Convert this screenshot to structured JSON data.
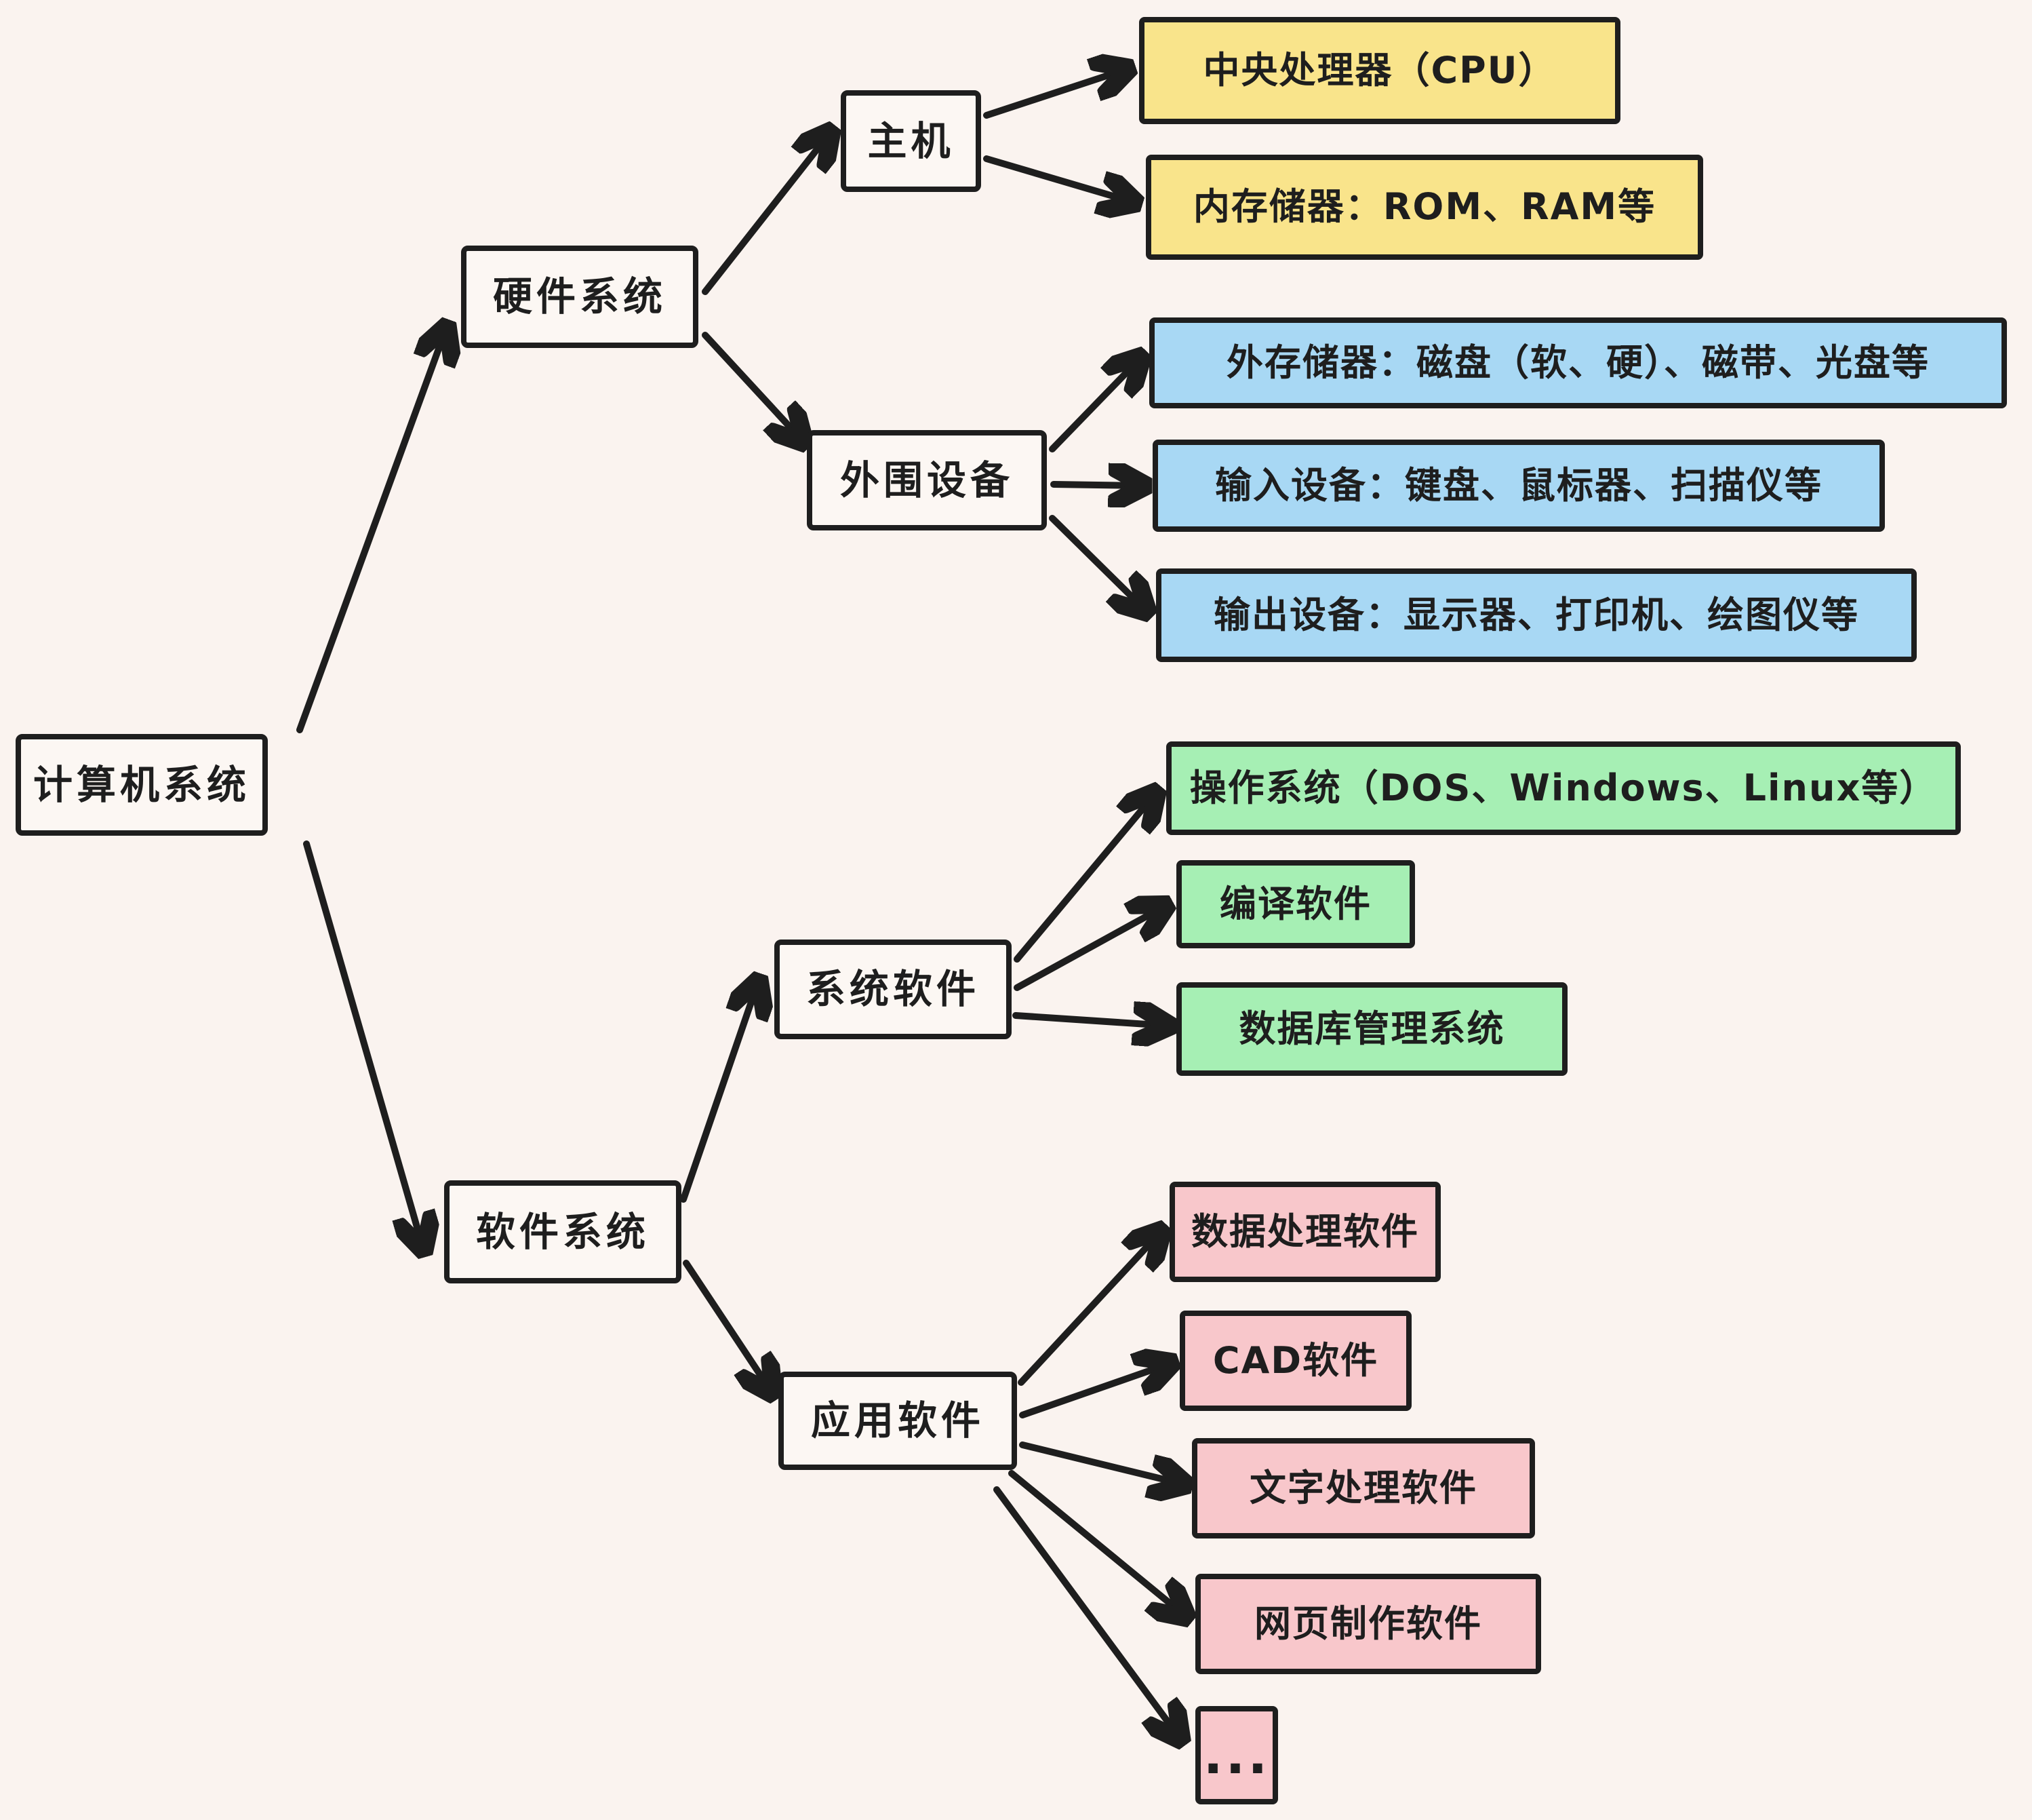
{
  "colors": {
    "background": "#FAF3EF",
    "ink": "#1E1E1E",
    "node_fill": "#FCF7F3",
    "yellow": "#F9E48B",
    "blue": "#A8D8F4",
    "green": "#A6EFB4",
    "pink": "#F8C7CB"
  },
  "nodes": {
    "root": {
      "label": "计算机系统"
    },
    "hardware": {
      "label": "硬件系统"
    },
    "host": {
      "label": "主机"
    },
    "peripheral": {
      "label": "外围设备"
    },
    "software": {
      "label": "软件系统"
    },
    "system_software": {
      "label": "系统软件"
    },
    "application_software": {
      "label": "应用软件"
    },
    "cpu": {
      "label": "中央处理器（CPU）"
    },
    "memory": {
      "label": "内存储器：ROM、RAM等"
    },
    "external_storage": {
      "label": "外存储器：磁盘（软、硬）、磁带、光盘等"
    },
    "input_devices": {
      "label": "输入设备：键盘、鼠标器、扫描仪等"
    },
    "output_devices": {
      "label": "输出设备：显示器、打印机、绘图仪等"
    },
    "os": {
      "label": "操作系统（DOS、Windows、Linux等）"
    },
    "compiler": {
      "label": "编译软件"
    },
    "dbms": {
      "label": "数据库管理系统"
    },
    "data_processing": {
      "label": "数据处理软件"
    },
    "cad": {
      "label": "CAD软件"
    },
    "word_processing": {
      "label": "文字处理软件"
    },
    "web_design": {
      "label": "网页制作软件"
    },
    "ellipsis": {
      "label": "..."
    }
  },
  "edges": [
    {
      "from": "root",
      "to": "hardware"
    },
    {
      "from": "root",
      "to": "software"
    },
    {
      "from": "hardware",
      "to": "host"
    },
    {
      "from": "hardware",
      "to": "peripheral"
    },
    {
      "from": "host",
      "to": "cpu"
    },
    {
      "from": "host",
      "to": "memory"
    },
    {
      "from": "peripheral",
      "to": "external_storage"
    },
    {
      "from": "peripheral",
      "to": "input_devices"
    },
    {
      "from": "peripheral",
      "to": "output_devices"
    },
    {
      "from": "software",
      "to": "system_software"
    },
    {
      "from": "software",
      "to": "application_software"
    },
    {
      "from": "system_software",
      "to": "os"
    },
    {
      "from": "system_software",
      "to": "compiler"
    },
    {
      "from": "system_software",
      "to": "dbms"
    },
    {
      "from": "application_software",
      "to": "data_processing"
    },
    {
      "from": "application_software",
      "to": "cad"
    },
    {
      "from": "application_software",
      "to": "word_processing"
    },
    {
      "from": "application_software",
      "to": "web_design"
    },
    {
      "from": "application_software",
      "to": "ellipsis"
    }
  ],
  "hierarchy": {
    "root": "计算机系统",
    "children": [
      {
        "label": "硬件系统",
        "children": [
          {
            "label": "主机",
            "children": [
              "中央处理器（CPU）",
              "内存储器：ROM、RAM等"
            ]
          },
          {
            "label": "外围设备",
            "children": [
              "外存储器：磁盘（软、硬）、磁带、光盘等",
              "输入设备：键盘、鼠标器、扫描仪等",
              "输出设备：显示器、打印机、绘图仪等"
            ]
          }
        ]
      },
      {
        "label": "软件系统",
        "children": [
          {
            "label": "系统软件",
            "children": [
              "操作系统（DOS、Windows、Linux等）",
              "编译软件",
              "数据库管理系统"
            ]
          },
          {
            "label": "应用软件",
            "children": [
              "数据处理软件",
              "CAD软件",
              "文字处理软件",
              "网页制作软件",
              "..."
            ]
          }
        ]
      }
    ]
  }
}
